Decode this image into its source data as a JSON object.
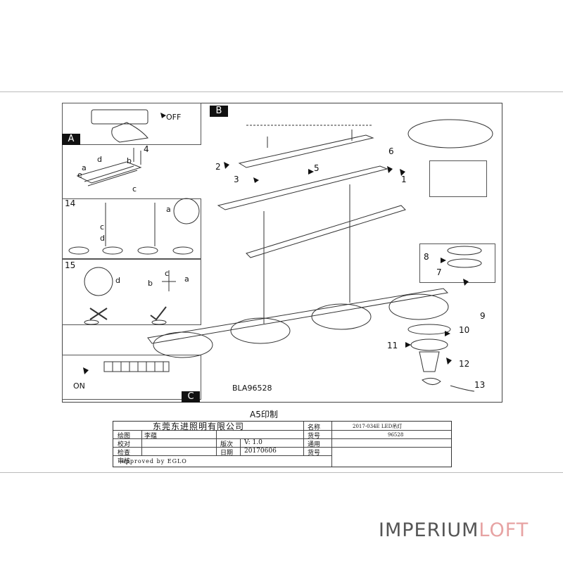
{
  "labels": {
    "panel_a": "A",
    "panel_b": "B",
    "panel_c": "C",
    "off": "OFF",
    "on": "ON",
    "model": "BLA96528",
    "print_size": "A5印制"
  },
  "steps": [
    "1",
    "2",
    "3",
    "4",
    "5",
    "6",
    "7",
    "8",
    "9",
    "10",
    "11",
    "12",
    "13",
    "14",
    "15"
  ],
  "letters": [
    "a",
    "b",
    "c",
    "d",
    "e"
  ],
  "title_block": {
    "company": "东莞东进照明有限公司",
    "name_label": "名称",
    "name_value": "2017-034E LED吊灯",
    "drawn_label": "绘图",
    "drawn_value": "李蕴",
    "item_label": "货号",
    "item_value": "96528",
    "check_label": "校对",
    "general_label": "通用",
    "inspect_label": "检查",
    "version_label": "版次",
    "version_value": "V: 1.0",
    "item_label2": "货号",
    "review_label": "审核",
    "date_label": "日期",
    "date_value": "20170606",
    "approved": "approved by EGLO"
  },
  "brand": {
    "part1": "IMPERIUM",
    "part2": "LOFT",
    "color1": "#555555",
    "color2": "#e7a3a3"
  }
}
